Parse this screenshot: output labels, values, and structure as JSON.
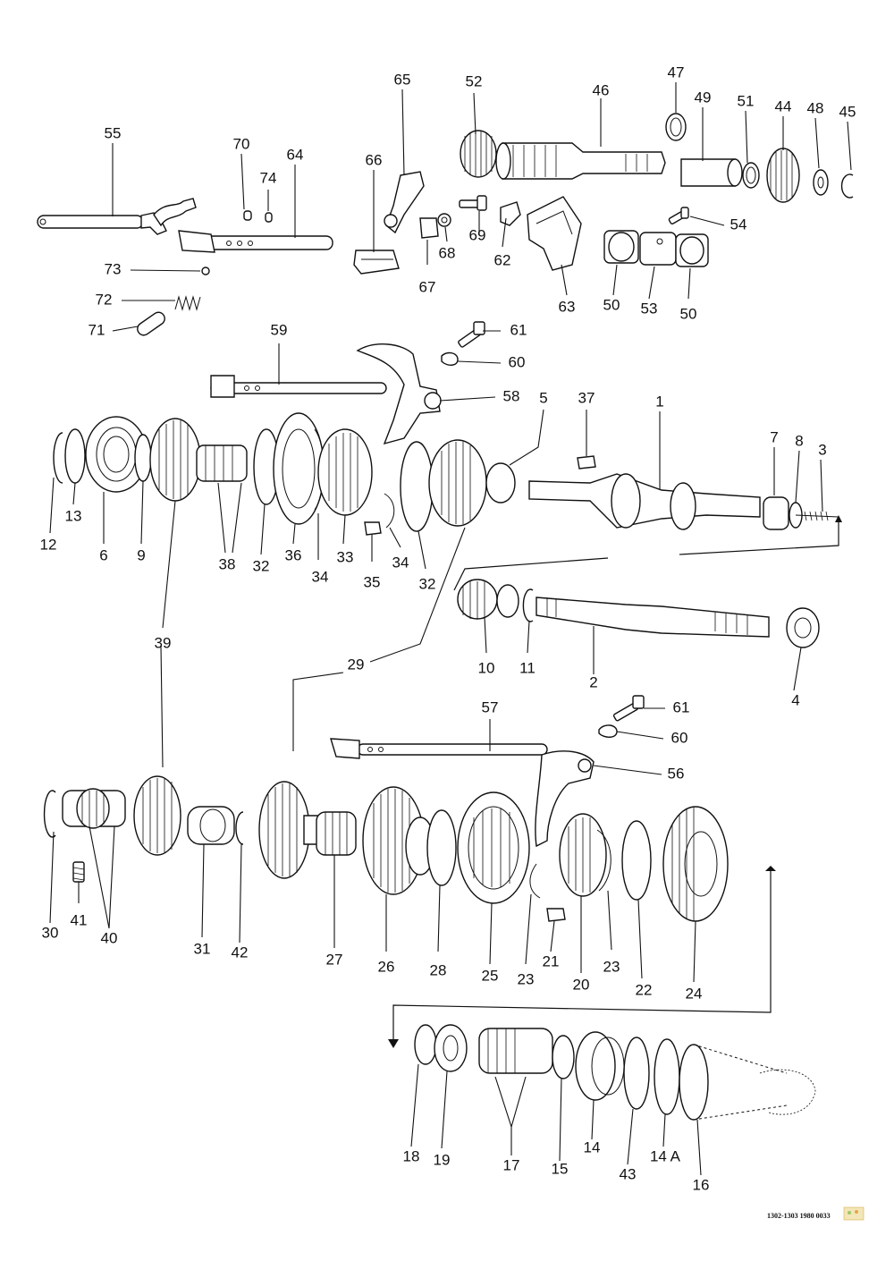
{
  "callouts": {
    "c1": "1",
    "c2": "2",
    "c3": "3",
    "c4": "4",
    "c5": "5",
    "c6": "6",
    "c7": "7",
    "c8": "8",
    "c9": "9",
    "c10": "10",
    "c11": "11",
    "c12": "12",
    "c13": "13",
    "c14": "14",
    "c14a": "14 A",
    "c15": "15",
    "c16": "16",
    "c17": "17",
    "c18": "18",
    "c19": "19",
    "c20": "20",
    "c21": "21",
    "c22": "22",
    "c23a": "23",
    "c23b": "23",
    "c24": "24",
    "c25": "25",
    "c26": "26",
    "c27": "27",
    "c28": "28",
    "c29": "29",
    "c30": "30",
    "c31": "31",
    "c32a": "32",
    "c32b": "32",
    "c33": "33",
    "c34a": "34",
    "c34b": "34",
    "c35": "35",
    "c36": "36",
    "c37": "37",
    "c38": "38",
    "c39": "39",
    "c40": "40",
    "c41": "41",
    "c42": "42",
    "c43": "43",
    "c44": "44",
    "c45": "45",
    "c46": "46",
    "c47": "47",
    "c48": "48",
    "c49": "49",
    "c50a": "50",
    "c50b": "50",
    "c51": "51",
    "c52": "52",
    "c53": "53",
    "c54": "54",
    "c55": "55",
    "c56": "56",
    "c57": "57",
    "c58": "58",
    "c59": "59",
    "c60a": "60",
    "c60b": "60",
    "c61a": "61",
    "c61b": "61",
    "c62": "62",
    "c63": "63",
    "c64": "64",
    "c65": "65",
    "c66": "66",
    "c67": "67",
    "c68": "68",
    "c69": "69",
    "c70": "70",
    "c71": "71",
    "c72": "72",
    "c73": "73",
    "c74": "74"
  },
  "footer": {
    "code": "1302-1303 1980 0033"
  },
  "colors": {
    "ink": "#111111",
    "paper": "#ffffff"
  }
}
